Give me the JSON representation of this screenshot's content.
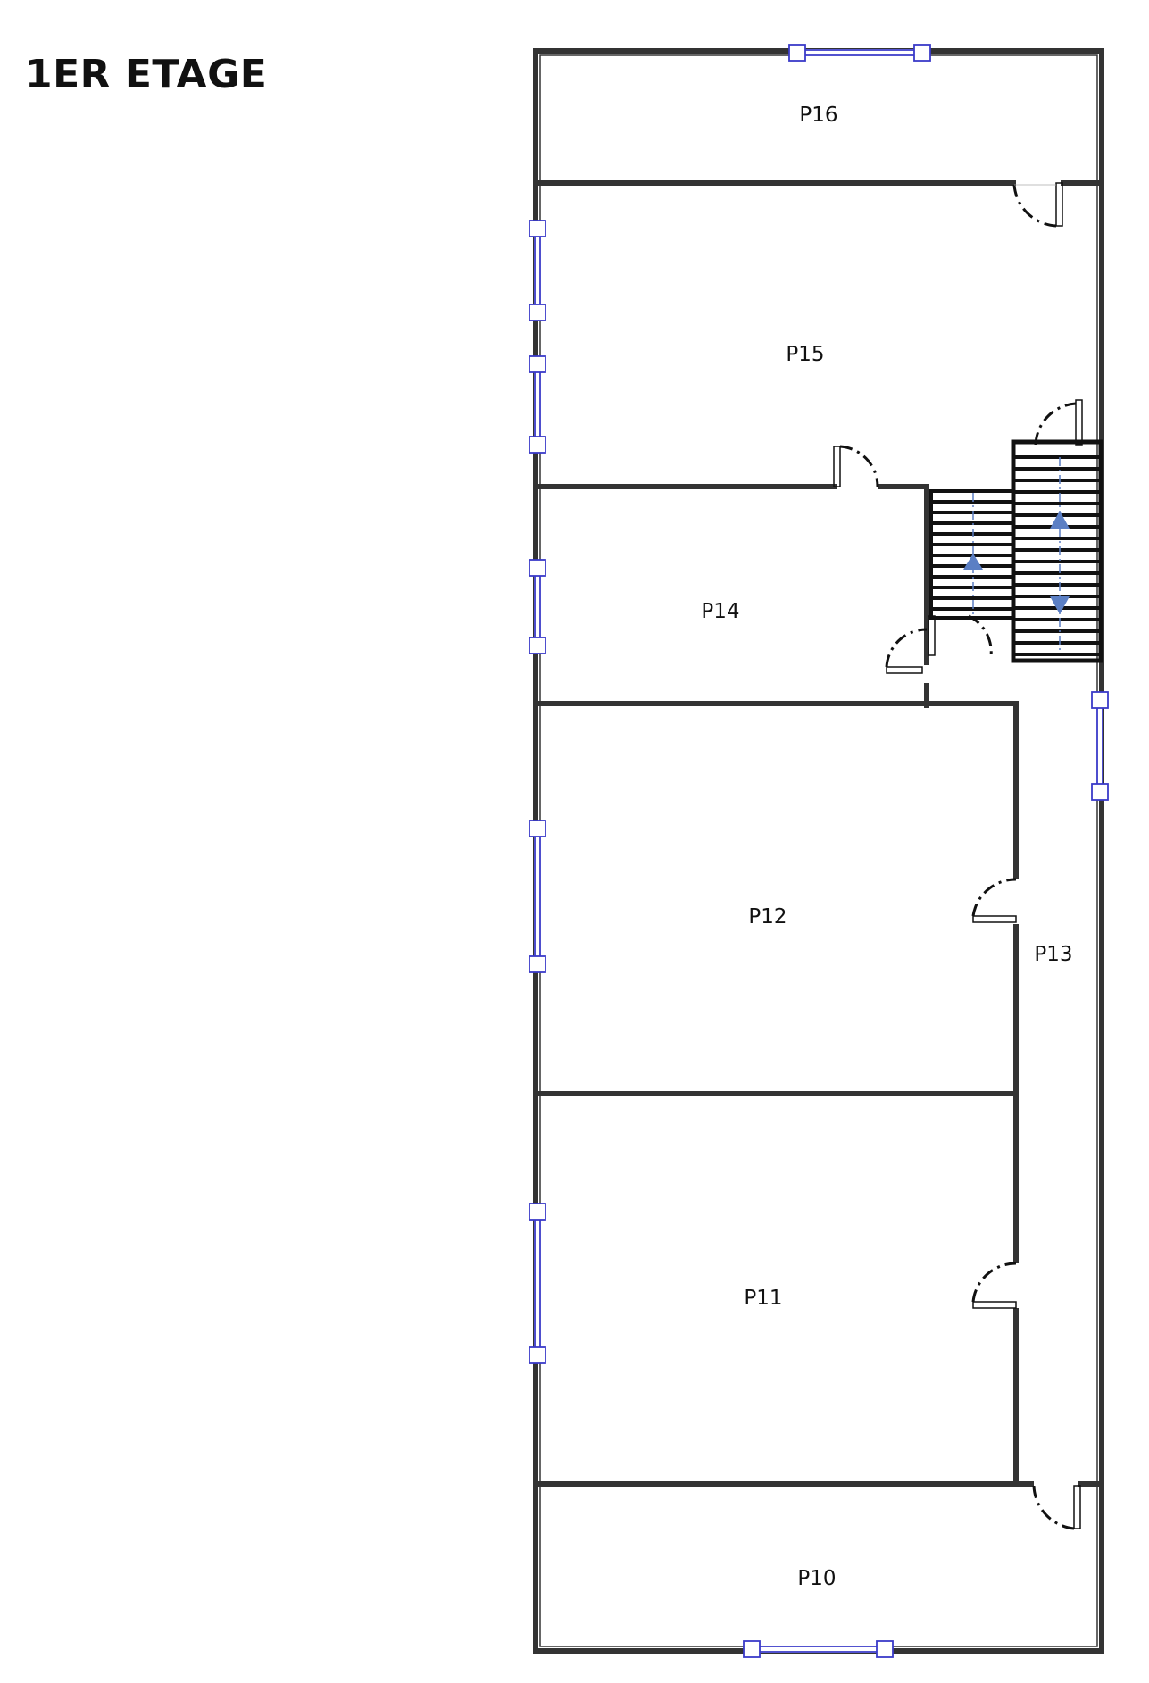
{
  "title": "1ER ETAGE",
  "rooms": [
    {
      "id": "p16",
      "label": "P16"
    },
    {
      "id": "p15",
      "label": "P15"
    },
    {
      "id": "p14",
      "label": "P14"
    },
    {
      "id": "p13",
      "label": "P13"
    },
    {
      "id": "p12",
      "label": "P12"
    },
    {
      "id": "p11",
      "label": "P11"
    },
    {
      "id": "p10",
      "label": "P10"
    }
  ],
  "colors": {
    "wall": "#333333",
    "window": "#3a3ac8",
    "stair_arrow": "#5b7fc4",
    "background": "#ffffff"
  },
  "icons": [
    "door-swing-icon",
    "window-icon",
    "stair-arrow-up-icon",
    "stair-arrow-down-icon"
  ]
}
